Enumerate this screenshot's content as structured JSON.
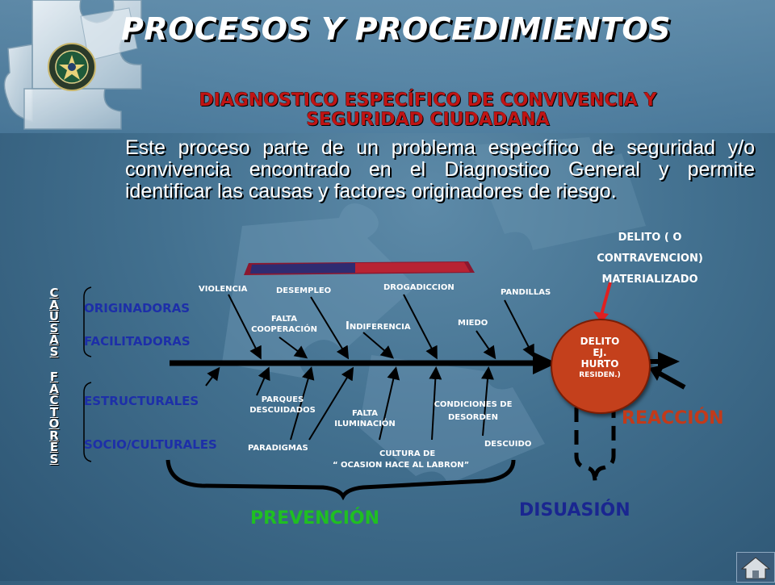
{
  "title": "PROCESOS Y PROCEDIMIENTOS",
  "subtitle": "DIAGNOSTICO ESPECÍFICO DE CONVIVENCIA Y SEGURIDAD CIUDADANA",
  "description": "Este proceso parte de un problema específico de seguridad y/o convivencia encontrado en el Diagnostico General y permite identificar las causas y factores originadores de riesgo.",
  "vertical_labels": {
    "causas": "CAUSAS",
    "factores": "FACTORES"
  },
  "cause_groups": {
    "originadoras": "ORIGINADORAS",
    "facilitadoras": "FACILITADORAS",
    "estructurales": "ESTRUCTURALES",
    "socio_culturales": "SOCIO/CULTURALES"
  },
  "top_factors": {
    "violencia": "VIOLENCIA",
    "desempleo": "DESEMPLEO",
    "drogadiccion": "DROGADICCION",
    "pandillas": "PANDILLAS",
    "falta_cooperacion": "FALTA COOPERACIÓN",
    "indiferencia_initial": "I",
    "indiferencia_rest": "NDIFERENCIA",
    "miedo": "MIEDO"
  },
  "bottom_factors": {
    "parques": "PARQUES DESCUIDADOS",
    "paradigmas": "PARADIGMAS",
    "falta_iluminacion": "FALTA ILUMINACIÓN",
    "cultura_line1": "CULTURA DE",
    "cultura_line2": "“ OCASION HACE AL LABRON”",
    "condiciones": "CONDICIONES DE DESORDEN",
    "descuido": "DESCUIDO"
  },
  "delito_label": "DELITO ( O CONTRAVENCION) MATERIALIZADO",
  "circle": {
    "line1": "DELITO",
    "line2": "EJ.",
    "line3": "HURTO",
    "line4": "RESIDEN.)"
  },
  "outcomes": {
    "reaccion": "REACCIÓN",
    "disuasion": "DISUASIÓN",
    "prevencion": "PREVENCIÓN"
  },
  "colors": {
    "title": "#ffffff",
    "subtitle": "#c01414",
    "cause_groups": "#1d2fa8",
    "circle": "#c4401c",
    "reaccion": "#c23a1a",
    "disuasion": "#1a2690",
    "prevencion": "#1fbf22"
  },
  "icons": [
    "police-emblem-icon",
    "home-icon"
  ]
}
